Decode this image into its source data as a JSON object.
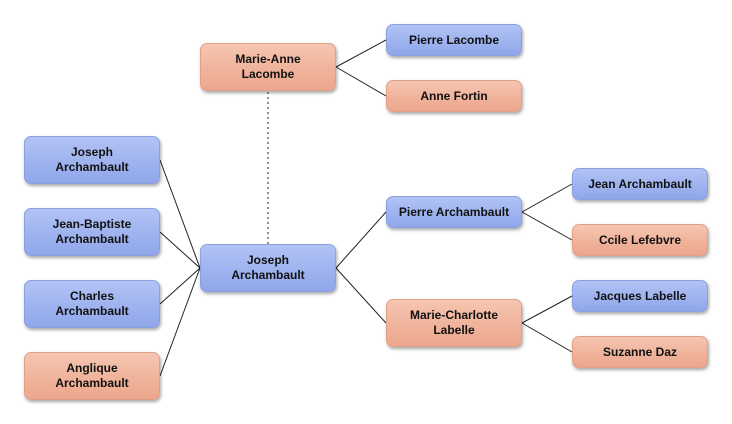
{
  "colors": {
    "male": "#9eb3ef",
    "female": "#f0b39b",
    "edge": "#222222"
  },
  "nodes": {
    "marie_anne_lacombe": {
      "label": "Marie-Anne\nLacombe",
      "gender": "female"
    },
    "pierre_lacombe": {
      "label": "Pierre Lacombe",
      "gender": "male"
    },
    "anne_fortin": {
      "label": "Anne Fortin",
      "gender": "female"
    },
    "joseph_archambault_top": {
      "label": "Joseph\nArchambault",
      "gender": "male"
    },
    "jean_baptiste_archambault": {
      "label": "Jean-Baptiste\nArchambault",
      "gender": "male"
    },
    "charles_archambault": {
      "label": "Charles\nArchambault",
      "gender": "male"
    },
    "anglique_archambault": {
      "label": "Anglique\nArchambault",
      "gender": "female"
    },
    "joseph_archambault_center": {
      "label": "Joseph\nArchambault",
      "gender": "male"
    },
    "pierre_archambault": {
      "label": "Pierre Archambault",
      "gender": "male"
    },
    "marie_charlotte_labelle": {
      "label": "Marie-Charlotte\nLabelle",
      "gender": "female"
    },
    "jean_archambault": {
      "label": "Jean Archambault",
      "gender": "male"
    },
    "ccile_lefebvre": {
      "label": "Ccile Lefebvre",
      "gender": "female"
    },
    "jacques_labelle": {
      "label": "Jacques Labelle",
      "gender": "male"
    },
    "suzanne_daz": {
      "label": "Suzanne Daz",
      "gender": "female"
    }
  },
  "edges": [
    {
      "from": "marie_anne_lacombe",
      "to": "pierre_lacombe",
      "style": "solid"
    },
    {
      "from": "marie_anne_lacombe",
      "to": "anne_fortin",
      "style": "solid"
    },
    {
      "from": "joseph_archambault_center",
      "to": "joseph_archambault_top",
      "style": "solid"
    },
    {
      "from": "joseph_archambault_center",
      "to": "jean_baptiste_archambault",
      "style": "solid"
    },
    {
      "from": "joseph_archambault_center",
      "to": "charles_archambault",
      "style": "solid"
    },
    {
      "from": "joseph_archambault_center",
      "to": "anglique_archambault",
      "style": "solid"
    },
    {
      "from": "joseph_archambault_center",
      "to": "pierre_archambault",
      "style": "solid"
    },
    {
      "from": "joseph_archambault_center",
      "to": "marie_charlotte_labelle",
      "style": "solid"
    },
    {
      "from": "pierre_archambault",
      "to": "jean_archambault",
      "style": "solid"
    },
    {
      "from": "pierre_archambault",
      "to": "ccile_lefebvre",
      "style": "solid"
    },
    {
      "from": "marie_charlotte_labelle",
      "to": "jacques_labelle",
      "style": "solid"
    },
    {
      "from": "marie_charlotte_labelle",
      "to": "suzanne_daz",
      "style": "solid"
    },
    {
      "from": "joseph_archambault_center",
      "to": "marie_anne_lacombe",
      "style": "dotted"
    }
  ]
}
